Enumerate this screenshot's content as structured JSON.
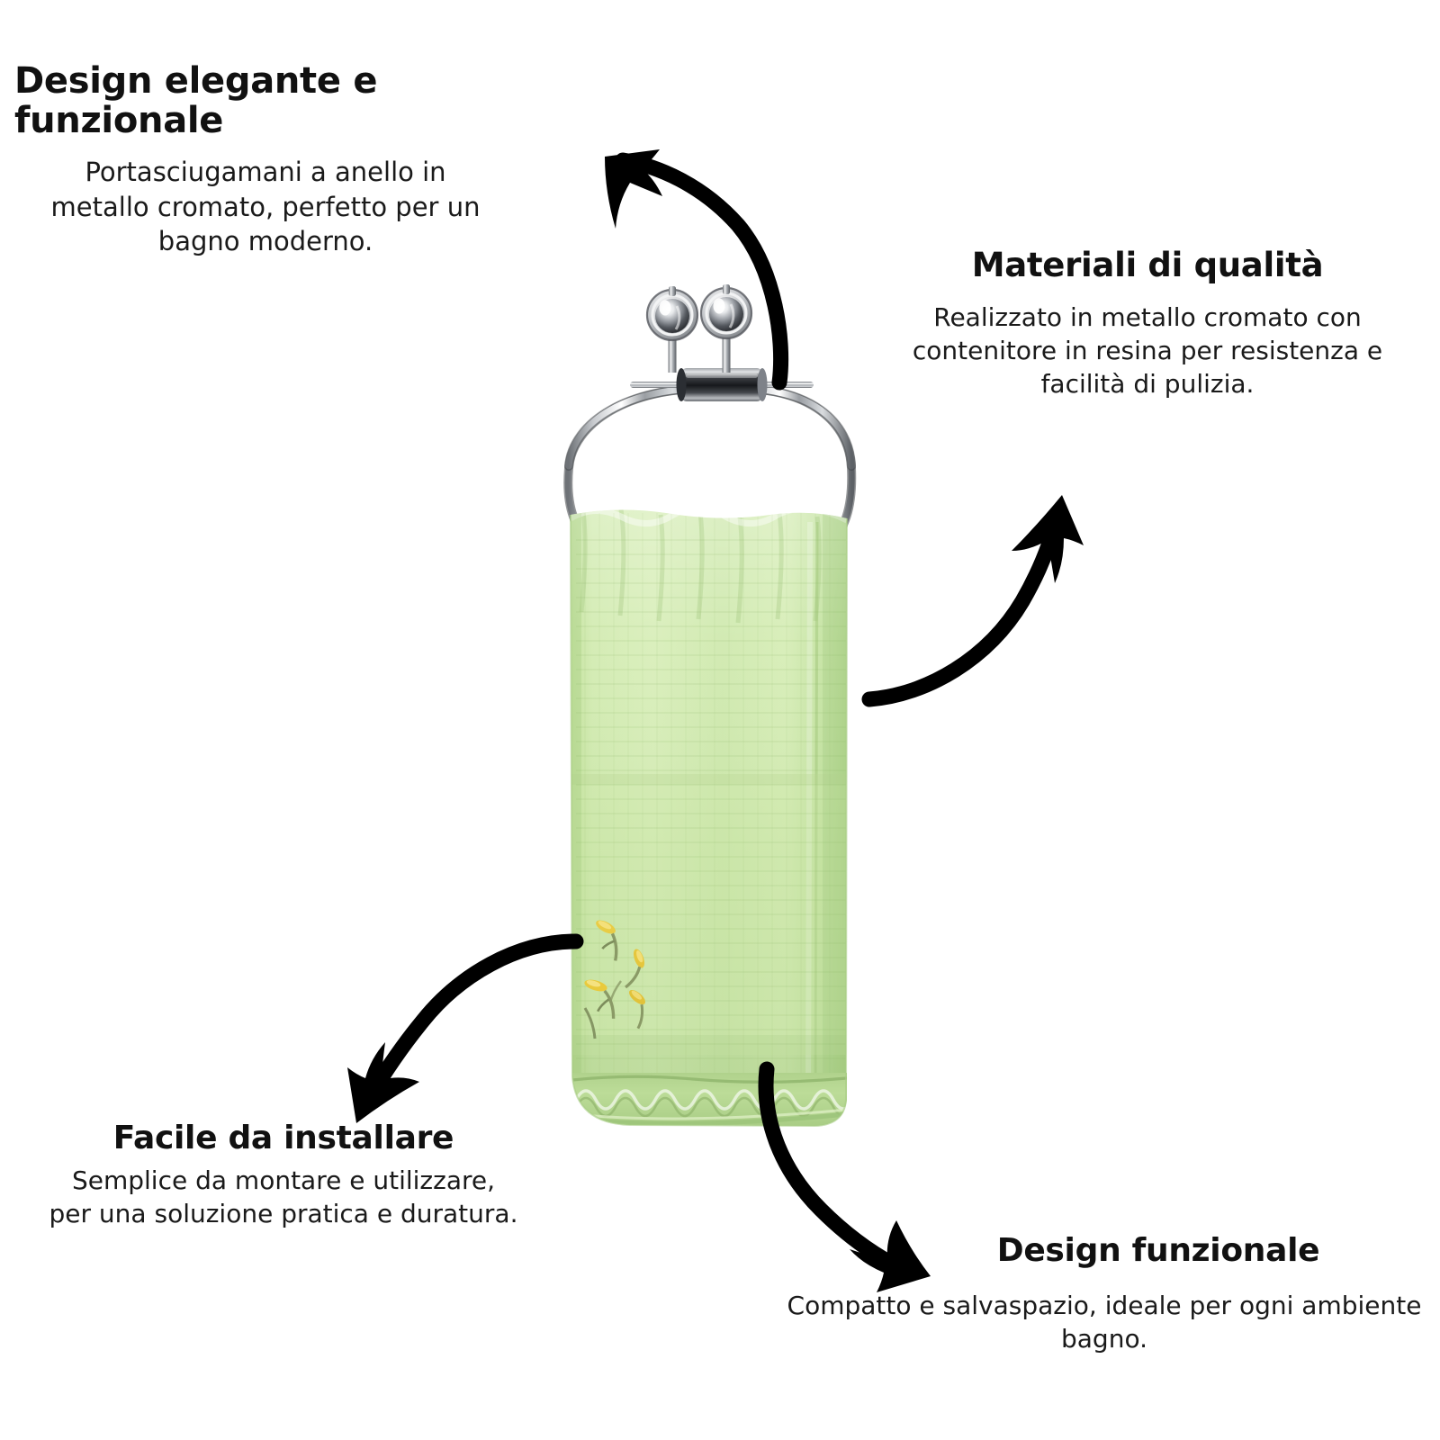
{
  "page": {
    "background_color": "#ffffff",
    "language": "it",
    "layout": "product-infographic-four-callouts"
  },
  "features": [
    {
      "id": "design-elegante",
      "title": "Design elegante e funzionale",
      "body": "Portasciugamani a anello in metallo cromato, perfetto per un bagno moderno.",
      "position": "top-left"
    },
    {
      "id": "materiali-qualita",
      "title": "Materiali di qualità",
      "body": "Realizzato in metallo cromato con contenitore in resina per resistenza e facilità di pulizia.",
      "position": "top-right"
    },
    {
      "id": "facile-installare",
      "title": "Facile da installare",
      "body": "Semplice da montare e utilizzare, per una soluzione pratica e duratura.",
      "position": "bottom-left"
    },
    {
      "id": "design-funzionale",
      "title": "Design funzionale",
      "body": "Compatto e salvaspazio, ideale per ogni ambiente bagno.",
      "position": "bottom-right"
    }
  ],
  "product": {
    "name": "portasciugamani-ad-anello-cromato-con-asciugamano-verde",
    "ring_color": "#c9ccd0",
    "ring_dark": "#4a4d52",
    "knob_color": "#d8dadd",
    "towel_color_light": "#d5eeb6",
    "towel_color": "#c6e49f",
    "towel_color_shadow": "#aecf88",
    "embroidery_yellow": "#e3c63c",
    "embroidery_stem": "#8c9a6a"
  },
  "arrows": {
    "color": "#000000",
    "items": [
      {
        "id": "arrow-to-design-elegante",
        "from": "ring-mount",
        "to": "top-left-callout"
      },
      {
        "id": "arrow-to-materiali-qualita",
        "from": "towel-right",
        "to": "top-right-callout"
      },
      {
        "id": "arrow-to-facile-installare",
        "from": "towel-left",
        "to": "bottom-left-callout"
      },
      {
        "id": "arrow-to-design-funzionale",
        "from": "towel-bottom",
        "to": "bottom-right-callout"
      }
    ]
  }
}
